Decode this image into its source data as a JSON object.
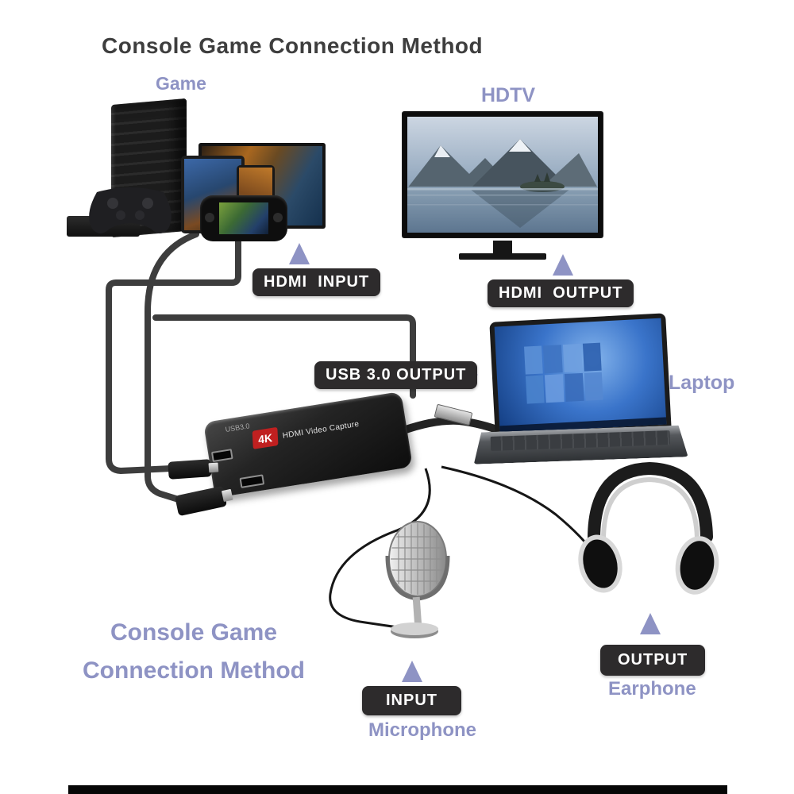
{
  "title": "Console Game Connection Method",
  "labels": {
    "game": "Game",
    "hdtv": "HDTV",
    "laptop": "Laptop",
    "microphone": "Microphone",
    "earphone": "Earphone"
  },
  "badges": {
    "hdmi_input": "HDMI  INPUT",
    "hdmi_output": "HDMI  OUTPUT",
    "usb_output": "USB 3.0 OUTPUT",
    "mic_input": "INPUT",
    "ear_output": "OUTPUT"
  },
  "footer": {
    "line1": "Console Game",
    "line2": "Connection Method"
  },
  "capture_card": {
    "logo": "4K",
    "caption": "HDMI Video Capture",
    "port_label": "USB3.0"
  },
  "colors": {
    "accent_lavender": "#8e93c4",
    "badge_bg": "#2d2b2c",
    "badge_text": "#ffffff",
    "title_text": "#3e3e3e"
  }
}
